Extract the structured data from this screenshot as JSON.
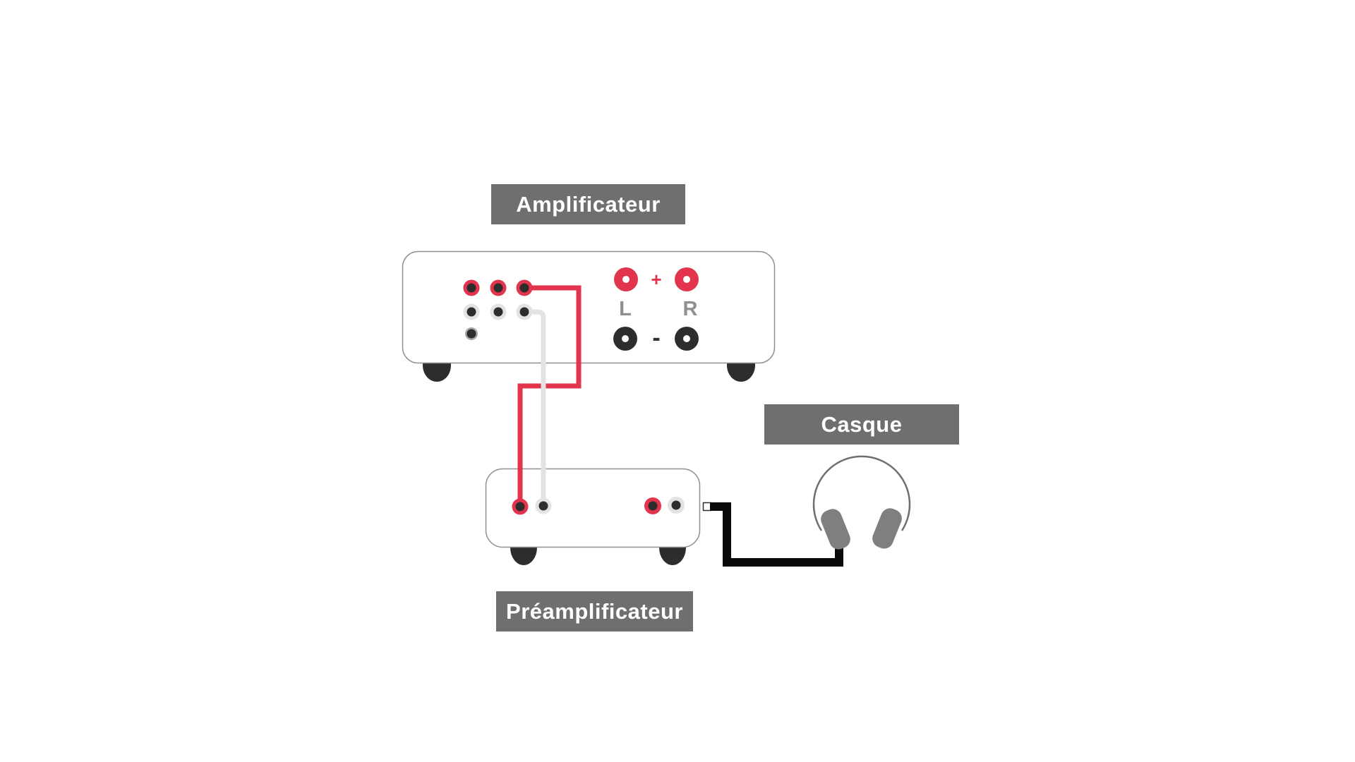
{
  "labels": {
    "amplifier": "Amplificateur",
    "headphones": "Casque",
    "preamplifier": "Préamplificateur"
  },
  "amplifier": {
    "terminals": {
      "plus": "+",
      "minus": "-",
      "left": "L",
      "right": "R"
    }
  },
  "colors": {
    "red": "#e2344c",
    "dark": "#2d2d2d",
    "light_ring": "#e3e3e3",
    "mid_ring": "#a6a6a6",
    "unit_stroke": "#909090",
    "unit_fill": "#ffffff",
    "label_bg": "#6f6f6f",
    "label_text": "#ffffff",
    "cable_black": "#0a0a0a",
    "headphone_pad": "#7f7f7f",
    "headband": "#6f6f6f",
    "lr_text": "#8f8f8f",
    "minus_text": "#333333",
    "white": "#ffffff"
  }
}
